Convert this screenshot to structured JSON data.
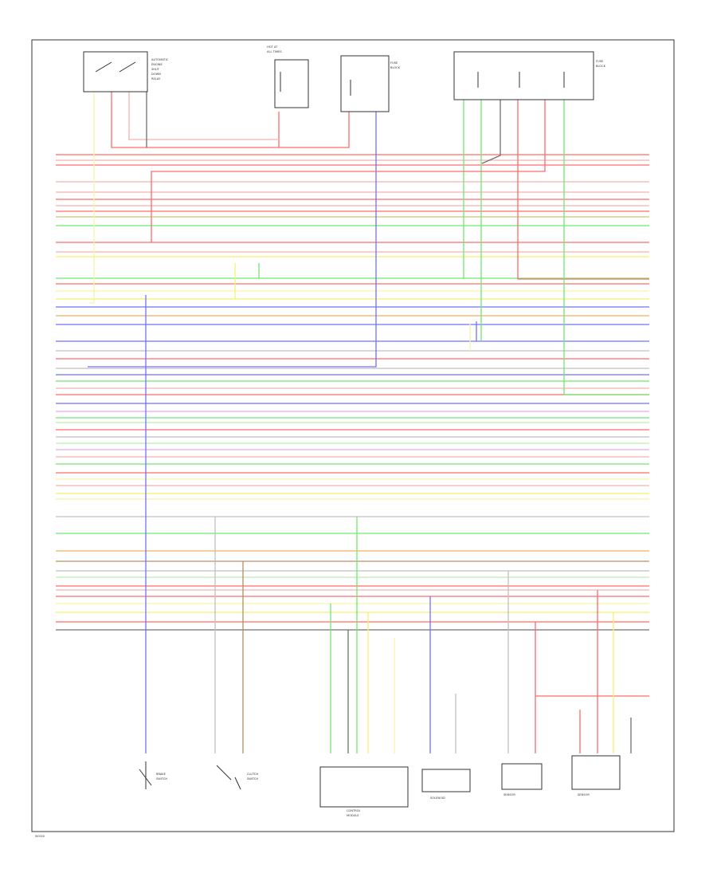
{
  "colors": {
    "red": "#ff6a6a",
    "pink": "#f4b0b0",
    "yellow": "#f4f06a",
    "lightyellow": "#f7f3a8",
    "green": "#72e672",
    "lightgreen": "#b8f0a8",
    "blue": "#7070ff",
    "violet": "#e8a8f0",
    "orange": "#f0b060",
    "brown": "#b09060",
    "gray": "#c0c0c0",
    "darkgray": "#707070",
    "olive": "#c8c870"
  },
  "components": {
    "c1": {
      "lines": [
        "AUTOMATIC",
        "ENGINE",
        "SHUT",
        "DOWN",
        "RELAY"
      ]
    },
    "c2": {
      "lines": [
        "HOT AT",
        "ALL TIMES"
      ]
    },
    "c3": {
      "lines": [
        "FUSE",
        "BLOCK"
      ]
    },
    "c4": {
      "lines": [
        "FUSE",
        "BLOCK"
      ]
    },
    "c5": {
      "lines": [
        "BRAKE",
        "SWITCH"
      ]
    },
    "c6": {
      "lines": [
        "CLUTCH",
        "SWITCH"
      ]
    },
    "c7": {
      "lines": [
        "CONTROL",
        "MODULE"
      ]
    },
    "c8": {
      "lines": [
        "SOLENOID"
      ]
    },
    "c9": {
      "lines": [
        "SENSOR"
      ]
    },
    "c10": {
      "lines": [
        "SENSOR"
      ]
    }
  },
  "footer": {
    "code": "W0000"
  }
}
